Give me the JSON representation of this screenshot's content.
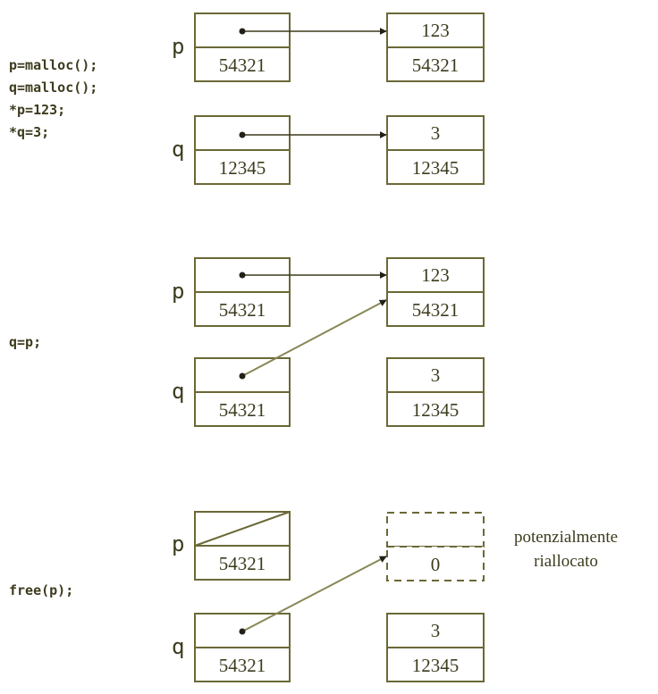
{
  "colors": {
    "box_border": "#6b6836",
    "text": "#3d3b1e",
    "arrow": "#3b3a1c"
  },
  "panel1": {
    "code_lines": [
      "p=malloc();",
      "q=malloc();",
      "*p=123;",
      "*q=3;"
    ],
    "p_label": "p",
    "p_addr": "54321",
    "q_label": "q",
    "q_addr": "12345",
    "heap1_value": "123",
    "heap1_addr": "54321",
    "heap2_value": "3",
    "heap2_addr": "12345"
  },
  "panel2": {
    "code_lines": [
      "q=p;"
    ],
    "p_label": "p",
    "p_addr": "54321",
    "q_label": "q",
    "q_addr": "54321",
    "heap1_value": "123",
    "heap1_addr": "54321",
    "heap2_value": "3",
    "heap2_addr": "12345"
  },
  "panel3": {
    "code_lines": [
      "free(p);"
    ],
    "p_label": "p",
    "p_addr": "54321",
    "q_label": "q",
    "q_addr": "54321",
    "freed_value": "0",
    "note_lines": [
      "potenzialmente",
      "riallocato"
    ],
    "heap2_value": "3",
    "heap2_addr": "12345"
  }
}
